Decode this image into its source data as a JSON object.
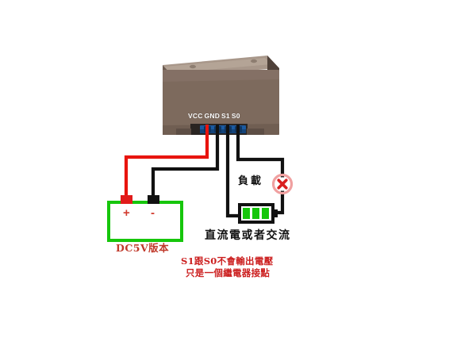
{
  "diagram": {
    "title": "DC5V relay meter wiring diagram",
    "device": {
      "name": "meter-module",
      "body_color": "#7d6a5d",
      "top_color": "#9b8a7b",
      "terminal_strip_color": "#1b4f86",
      "terminals": [
        "VCC",
        "GND",
        "S1",
        "S0"
      ]
    },
    "power_supply": {
      "label": "DC5V版本",
      "border_color": "#16c60c",
      "plus": "+",
      "minus": "-",
      "plus_terminal_color": "#e11b1b",
      "minus_terminal_color": "#111111"
    },
    "load": {
      "label": "負載",
      "icon": "red-x-circle-icon",
      "icon_color": "#d91f1f"
    },
    "load_source": {
      "label": "直流電或者交流",
      "icon": "battery-icon",
      "cell_color": "#16c60c",
      "cells": 3
    },
    "notes": {
      "line1": "S1跟S0不會輸出電壓",
      "line2": "只是一個繼電器接點",
      "color": "#cc2020"
    },
    "wires": {
      "vcc_color": "#e8140e",
      "gnd_color": "#111111",
      "s1_color": "#111111",
      "s0_color": "#111111"
    }
  }
}
